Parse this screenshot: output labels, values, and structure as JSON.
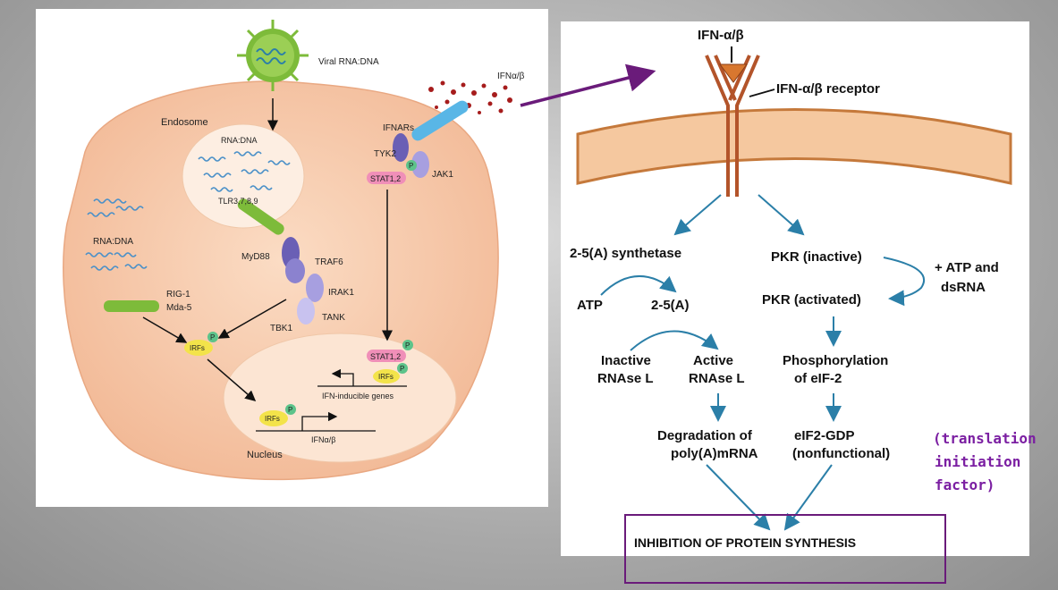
{
  "left_diagram": {
    "virus_label": "Viral RNA:DNA",
    "ifn_label": "IFNα/β",
    "endosome_label": "Endosome",
    "endosome_rna_label": "RNA:DNA",
    "tlr_label": "TLR3,7,8,9",
    "cyto_rna_label": "RNA:DNA",
    "rig1_label": "RIG-1",
    "mda5_label": "Mda-5",
    "myd88_label": "MyD88",
    "traf6_label": "TRAF6",
    "irak1_label": "IRAK1",
    "tank_label": "TANK",
    "tbk1_label": "TBK1",
    "ifnars_label": "IFNARs",
    "tyk2_label": "TYK2",
    "jak1_label": "JAK1",
    "stat_label": "STAT1,2",
    "stat_nuclear_label": "STAT1,2",
    "p_label": "P",
    "irfs_label": "IRFs",
    "irfs_nuclear_label": "IRFs",
    "irfs_nucleus_label": "IRFs",
    "ifn_inducible_label": "IFN-inducible genes",
    "ifn_gene_label": "IFNα/β",
    "nucleus_label": "Nucleus"
  },
  "right_diagram": {
    "ifn_label": "IFN-α/β",
    "receptor_label": "IFN-α/β receptor",
    "synthetase_label": "2-5(A) synthetase",
    "pkr_inactive_label": "PKR (inactive)",
    "atp_dsrna_label": [
      "+ ATP and",
      "dsRNA"
    ],
    "atp_label": "ATP",
    "product_label": "2-5(A)",
    "pkr_activated_label": "PKR (activated)",
    "inactive_rnase_label": [
      "Inactive",
      "RNAse L"
    ],
    "active_rnase_label": [
      "Active",
      "RNAse L"
    ],
    "phosphorylation_label": [
      "Phosphorylation",
      "of eIF-2"
    ],
    "degradation_label": [
      "Degradation of",
      "poly(A)mRNA"
    ],
    "eif2_label": [
      "eIF2-GDP",
      "(nonfunctional)"
    ],
    "inhibition_label": "INHIBITION OF PROTEIN SYNTHESIS"
  },
  "annotation": {
    "translation_note": [
      "(translation",
      "initiation",
      "factor)"
    ]
  },
  "colors": {
    "cell": "#f7cdb0",
    "nucleus": "#fbe6d6",
    "virus": "#7dbb3a",
    "receptor": "#b3542a",
    "arrow_blue": "#2b7fa8",
    "highlight": "#6a1b7a"
  }
}
